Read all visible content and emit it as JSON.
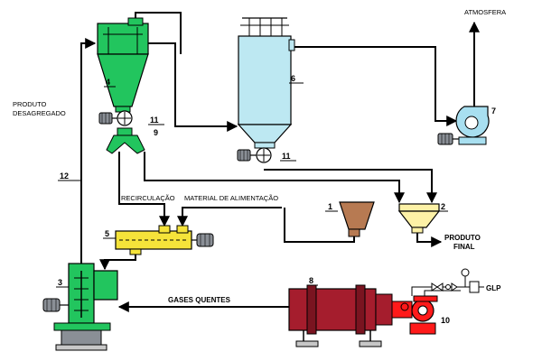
{
  "labels": {
    "atmosfera": "ATMOSFERA",
    "produto_desagregado_1": "PRODUTO",
    "produto_desagregado_2": "DESAGREGADO",
    "recirculacao": "RECIRCULAÇÃO",
    "material_alimentacao": "MATERIAL DE ALIMENTAÇÃO",
    "produto_final_1": "PRODUTO",
    "produto_final_2": "FINAL",
    "gases_quentes": "GASES QUENTES",
    "glp": "GLP"
  },
  "numbers": {
    "n1": "1",
    "n2": "2",
    "n3": "3",
    "n4": "4",
    "n5": "5",
    "n6": "6",
    "n7": "7",
    "n8": "8",
    "n9": "9",
    "n10": "10",
    "n11a": "11",
    "n11b": "11",
    "n12": "12"
  },
  "colors": {
    "cyclone": "#22c55e",
    "bag_filter": "#bde8f2",
    "fan": "#a8dff0",
    "feeder": "#f5e33a",
    "hopper_brown": "#b77a52",
    "hopper_yellow": "#fdf1a6",
    "mill": "#22c55e",
    "dryer": "#a51d2d",
    "burner": "#ff1a1a",
    "motor": "#8a8f96"
  }
}
